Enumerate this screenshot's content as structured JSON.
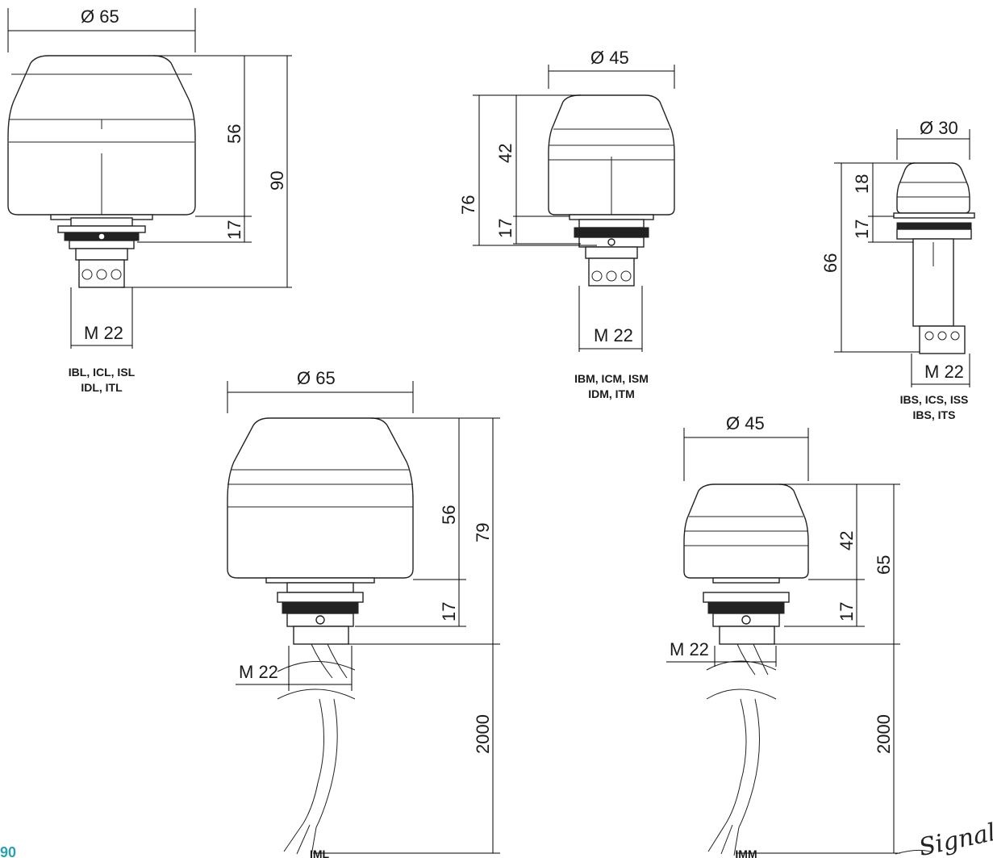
{
  "views": {
    "ibl": {
      "diameter": "Ø 65",
      "dim_top": "56",
      "dim_mid": "17",
      "dim_total": "90",
      "thread": "M 22",
      "caption_line1": "IBL, ICL, ISL",
      "caption_line2": "IDL, ITL"
    },
    "ibm": {
      "diameter": "Ø 45",
      "dim_top": "42",
      "dim_mid": "17",
      "dim_total": "76",
      "thread": "M 22",
      "caption_line1": "IBM, ICM, ISM",
      "caption_line2": "IDM, ITM"
    },
    "ibs": {
      "diameter": "Ø 30",
      "dim_top": "18",
      "dim_mid": "17",
      "dim_total": "66",
      "thread": "M 22",
      "caption_line1": "IBS, ICS, ISS",
      "caption_line2": "IBS, ITS"
    },
    "iml": {
      "diameter": "Ø 65",
      "dim_top": "56",
      "dim_mid": "17",
      "dim_total": "79",
      "thread": "M 22",
      "cable": "2000",
      "caption": "IML"
    },
    "imm": {
      "diameter": "Ø 45",
      "dim_top": "42",
      "dim_mid": "17",
      "dim_total": "65",
      "thread": "M 22",
      "cable": "2000",
      "caption": "IMM"
    }
  },
  "page_number": "90",
  "logo_text": "Signal",
  "colors": {
    "line": "#222222",
    "accent": "#2aa0b0"
  }
}
